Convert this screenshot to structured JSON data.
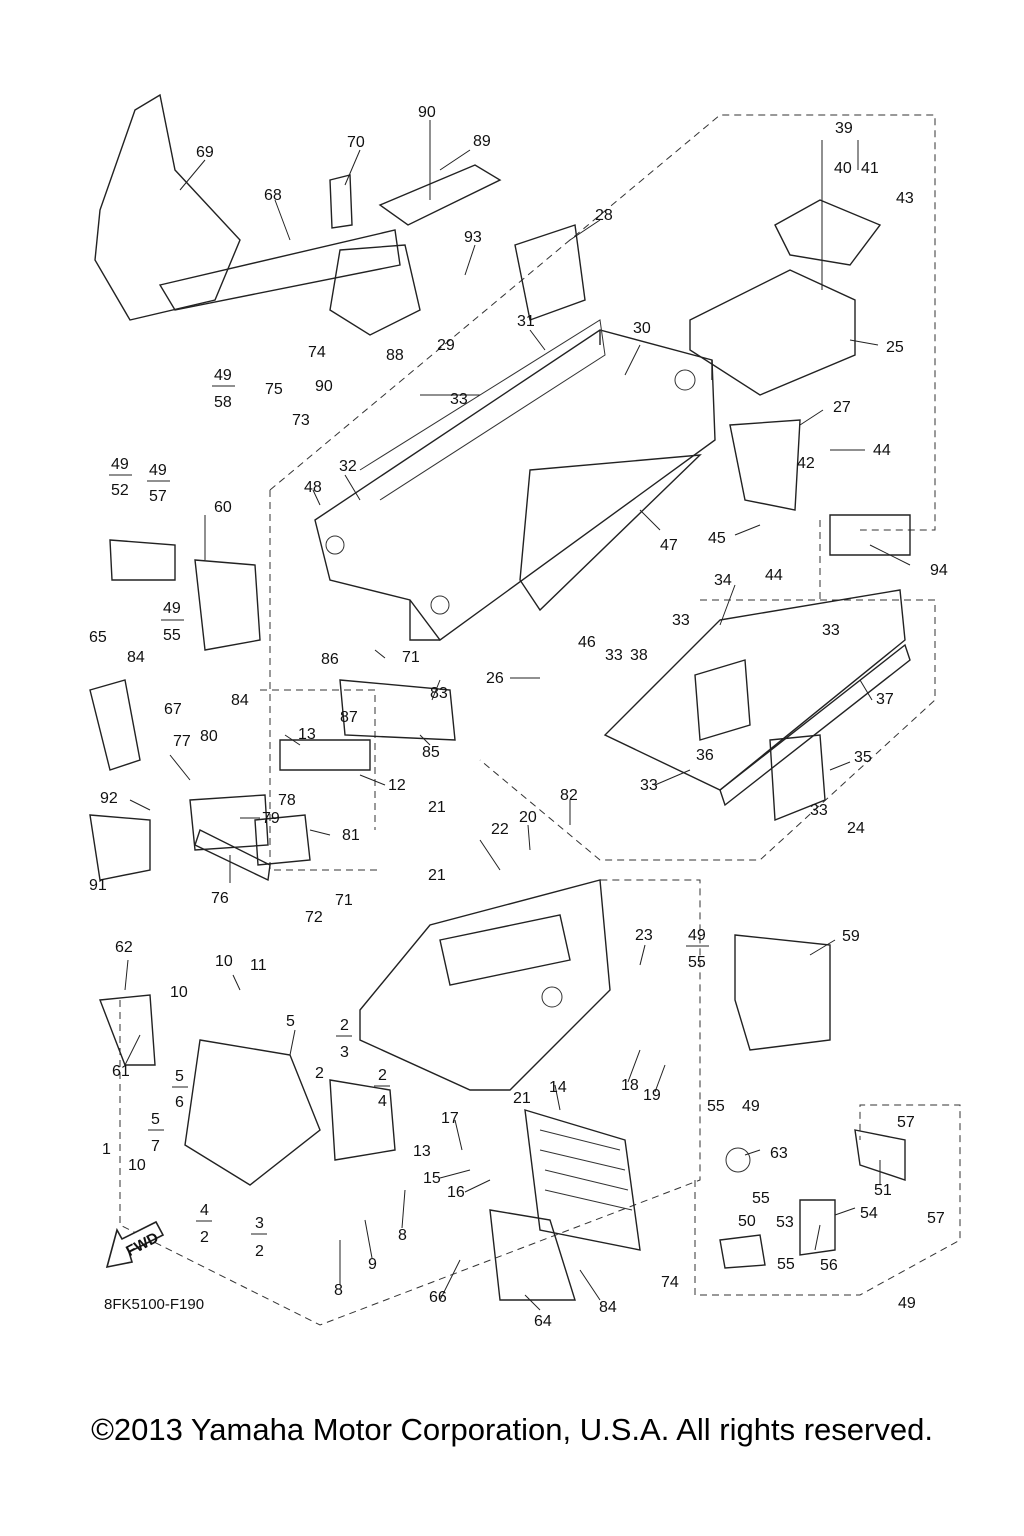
{
  "diagram": {
    "code": "8FK5100-F190",
    "fwd_label": "FWD",
    "callouts": [
      "1",
      "2",
      "3",
      "4",
      "5",
      "6",
      "7",
      "8",
      "9",
      "10",
      "11",
      "12",
      "13",
      "14",
      "15",
      "16",
      "17",
      "18",
      "19",
      "20",
      "21",
      "22",
      "23",
      "24",
      "25",
      "26",
      "27",
      "28",
      "29",
      "30",
      "31",
      "32",
      "33",
      "34",
      "35",
      "36",
      "37",
      "38",
      "39",
      "40",
      "41",
      "42",
      "43",
      "44",
      "45",
      "46",
      "47",
      "48",
      "49",
      "50",
      "51",
      "52",
      "53",
      "54",
      "55",
      "56",
      "57",
      "58",
      "59",
      "60",
      "61",
      "62",
      "63",
      "64",
      "65",
      "66",
      "67",
      "68",
      "69",
      "70",
      "71",
      "72",
      "73",
      "74",
      "75",
      "76",
      "77",
      "78",
      "79",
      "80",
      "81",
      "82",
      "83",
      "84",
      "85",
      "86",
      "87",
      "88",
      "89",
      "90",
      "91",
      "92",
      "93",
      "94"
    ]
  },
  "copyright": "©2013 Yamaha Motor Corporation, U.S.A. All rights reserved."
}
